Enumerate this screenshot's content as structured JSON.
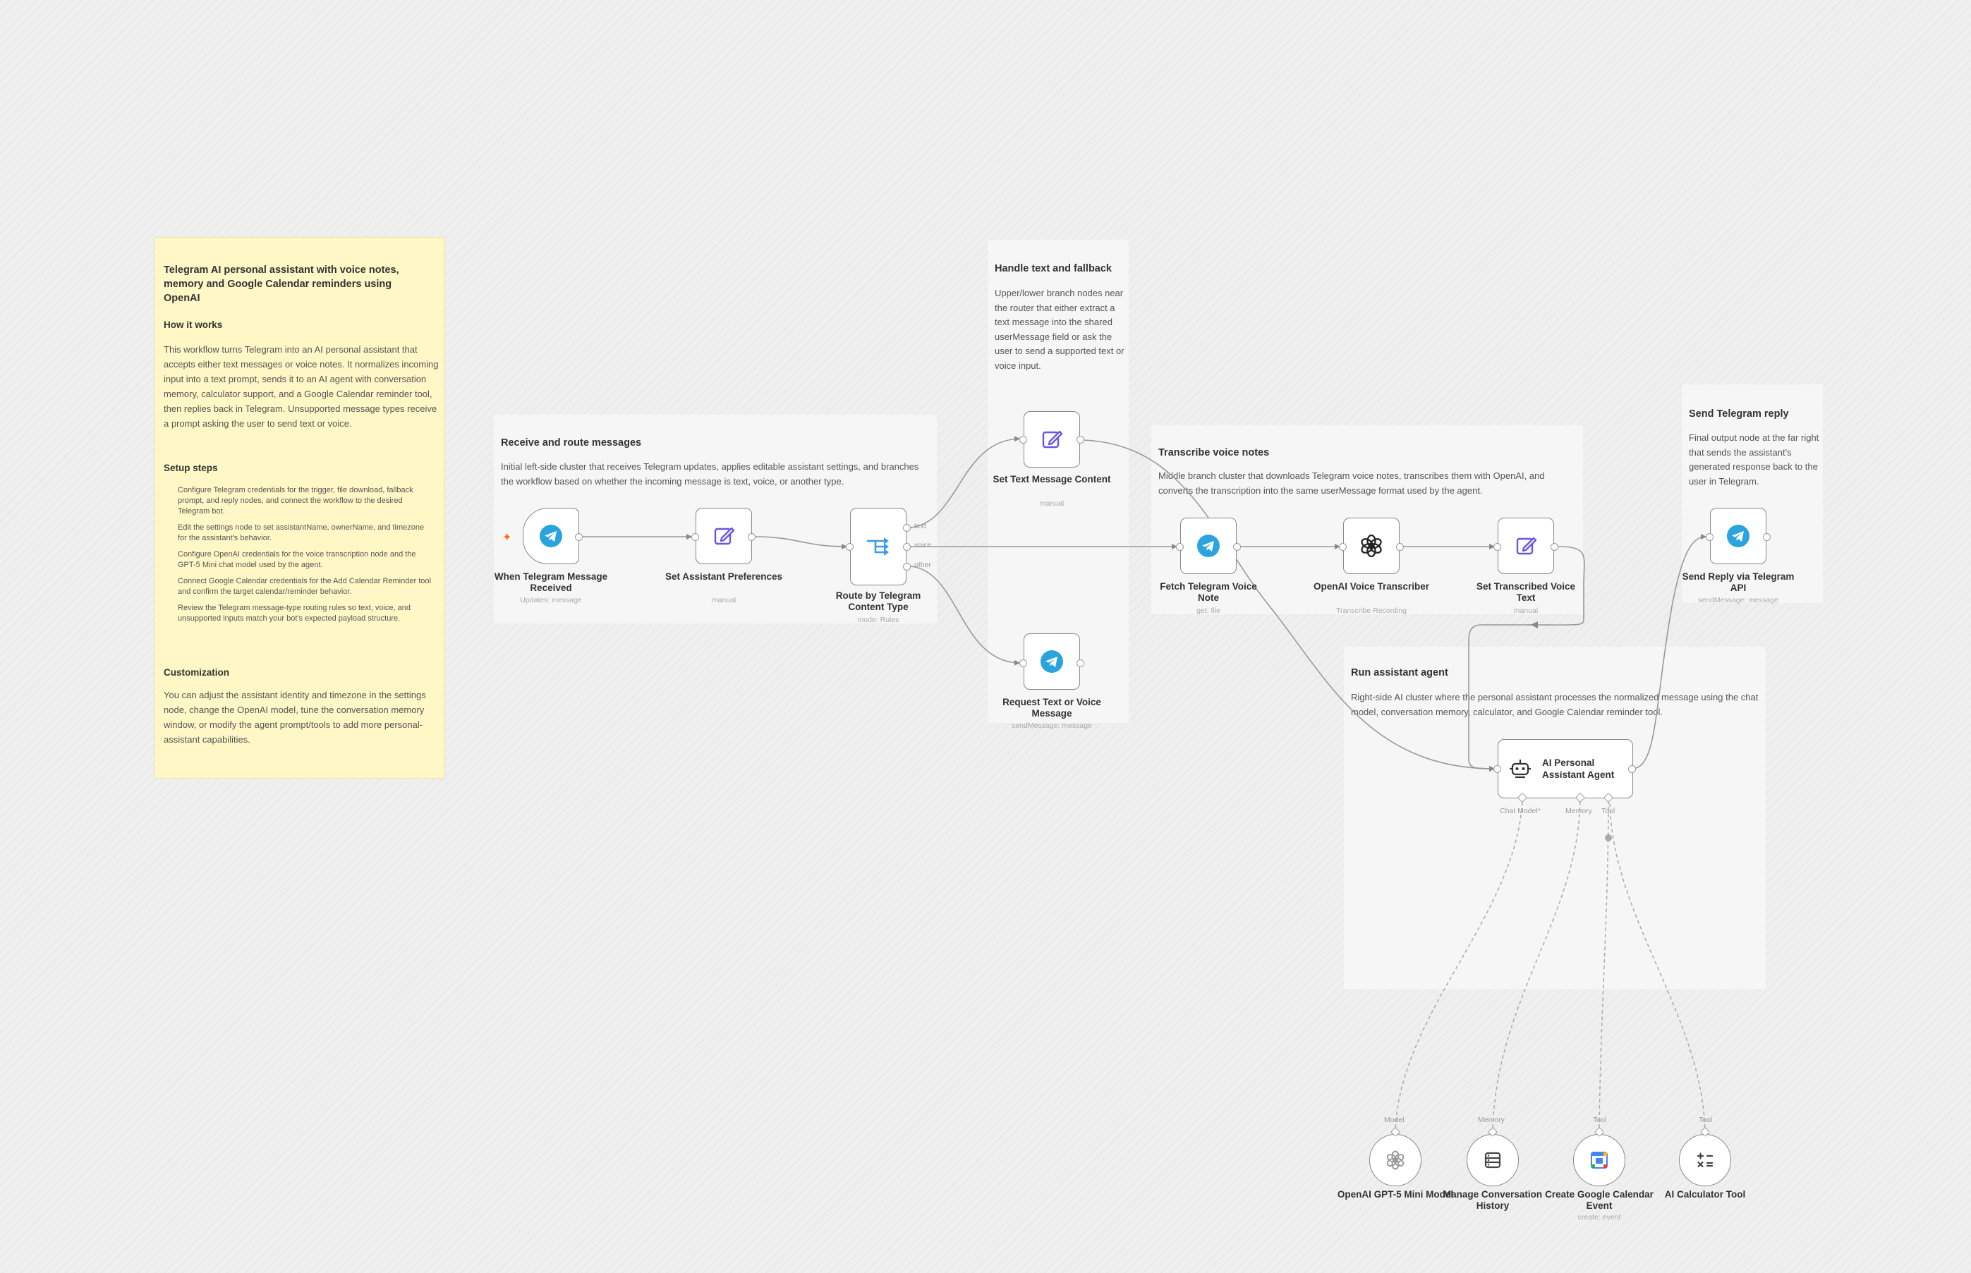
{
  "sticky": {
    "title": "Telegram AI personal assistant with voice notes, memory and Google Calendar reminders using OpenAI",
    "how_title": "How it works",
    "how_text": "This workflow turns Telegram into an AI personal assistant that accepts either text messages or voice notes. It normalizes incoming input into a text prompt, sends it to an AI agent with conversation memory, calculator support, and a Google Calendar reminder tool, then replies back in Telegram. Unsupported message types receive a prompt asking the user to send text or voice.",
    "setup_title": "Setup steps",
    "steps": [
      "Configure Telegram credentials for the trigger, file download, fallback prompt, and reply nodes, and connect the workflow to the desired Telegram bot.",
      "Edit the settings node to set assistantName, ownerName, and timezone for the assistant's behavior.",
      "Configure OpenAI credentials for the voice transcription node and the GPT-5 Mini chat model used by the agent.",
      "Connect Google Calendar credentials for the Add Calendar Reminder tool and confirm the target calendar/reminder behavior.",
      "Review the Telegram message-type routing rules so text, voice, and unsupported inputs match your bot's expected payload structure."
    ],
    "custom_title": "Customization",
    "custom_text": "You can adjust the assistant identity and timezone in the settings node, change the OpenAI model, tune the conversation memory window, or modify the agent prompt/tools to add more personal-assistant capabilities."
  },
  "panels": {
    "receive": {
      "title": "Receive and route messages",
      "desc": "Initial left-side cluster that receives Telegram updates, applies editable assistant settings, and branches the workflow based on whether the incoming message is text, voice, or another type."
    },
    "handle": {
      "title": "Handle text and fallback",
      "desc": "Upper/lower branch nodes near the router that either extract a text message into the shared userMessage field or ask the user to send a supported text or voice input."
    },
    "transcribe": {
      "title": "Transcribe voice notes",
      "desc": "Middle branch cluster that downloads Telegram voice notes, transcribes them with OpenAI, and converts the transcription into the same userMessage format used by the agent."
    },
    "agent": {
      "title": "Run assistant agent",
      "desc": "Right-side AI cluster where the personal assistant processes the normalized message using the chat model, conversation memory, calculator, and Google Calendar reminder tool."
    },
    "reply": {
      "title": "Send Telegram reply",
      "desc": "Final output node at the far right that sends the assistant's generated response back to the user in Telegram."
    }
  },
  "nodes": {
    "trigger": {
      "label": "When Telegram Message Received",
      "sub": "Updates: message",
      "icon": "telegram-icon"
    },
    "prefs": {
      "label": "Set Assistant Preferences",
      "sub": "manual",
      "icon": "pencil-icon"
    },
    "route": {
      "label": "Route by Telegram Content Type",
      "sub": "mode: Rules",
      "icon": "switch-icon",
      "outputs": [
        "text",
        "voice",
        "other"
      ]
    },
    "settext": {
      "label": "Set Text Message Content",
      "sub": "manual",
      "icon": "pencil-icon"
    },
    "request": {
      "label": "Request Text or Voice Message",
      "sub": "sendMessage: message",
      "icon": "telegram-icon"
    },
    "fetch": {
      "label": "Fetch Telegram Voice Note",
      "sub": "get: file",
      "icon": "telegram-icon"
    },
    "transcriber": {
      "label": "OpenAI Voice Transcriber",
      "sub": "Transcribe Recording",
      "icon": "openai-icon"
    },
    "settrans": {
      "label": "Set Transcribed Voice Text",
      "sub": "manual",
      "icon": "pencil-icon"
    },
    "agent": {
      "label": "AI Personal Assistant Agent",
      "icon": "robot-icon",
      "ports": [
        "Chat Model*",
        "Memory",
        "Tool"
      ]
    },
    "reply": {
      "label": "Send Reply via Telegram API",
      "sub": "sendMessage: message",
      "icon": "telegram-icon"
    },
    "model": {
      "label": "OpenAI GPT-5 Mini Model",
      "port": "Model",
      "icon": "openai-icon"
    },
    "memory": {
      "label": "Manage Conversation History",
      "port": "Memory",
      "icon": "database-icon"
    },
    "calendar": {
      "label": "Create Google Calendar Event",
      "sub": "create: event",
      "port": "Tool",
      "icon": "google-calendar-icon"
    },
    "calculator": {
      "label": "AI Calculator Tool",
      "port": "Tool",
      "icon": "calculator-icon"
    }
  },
  "colors": {
    "telegram": "#2aa3df",
    "pencil": "#6b55e3",
    "switch": "#3a9be8",
    "sticky": "#fff7c5",
    "trigger_bolt": "#ff6d00"
  }
}
